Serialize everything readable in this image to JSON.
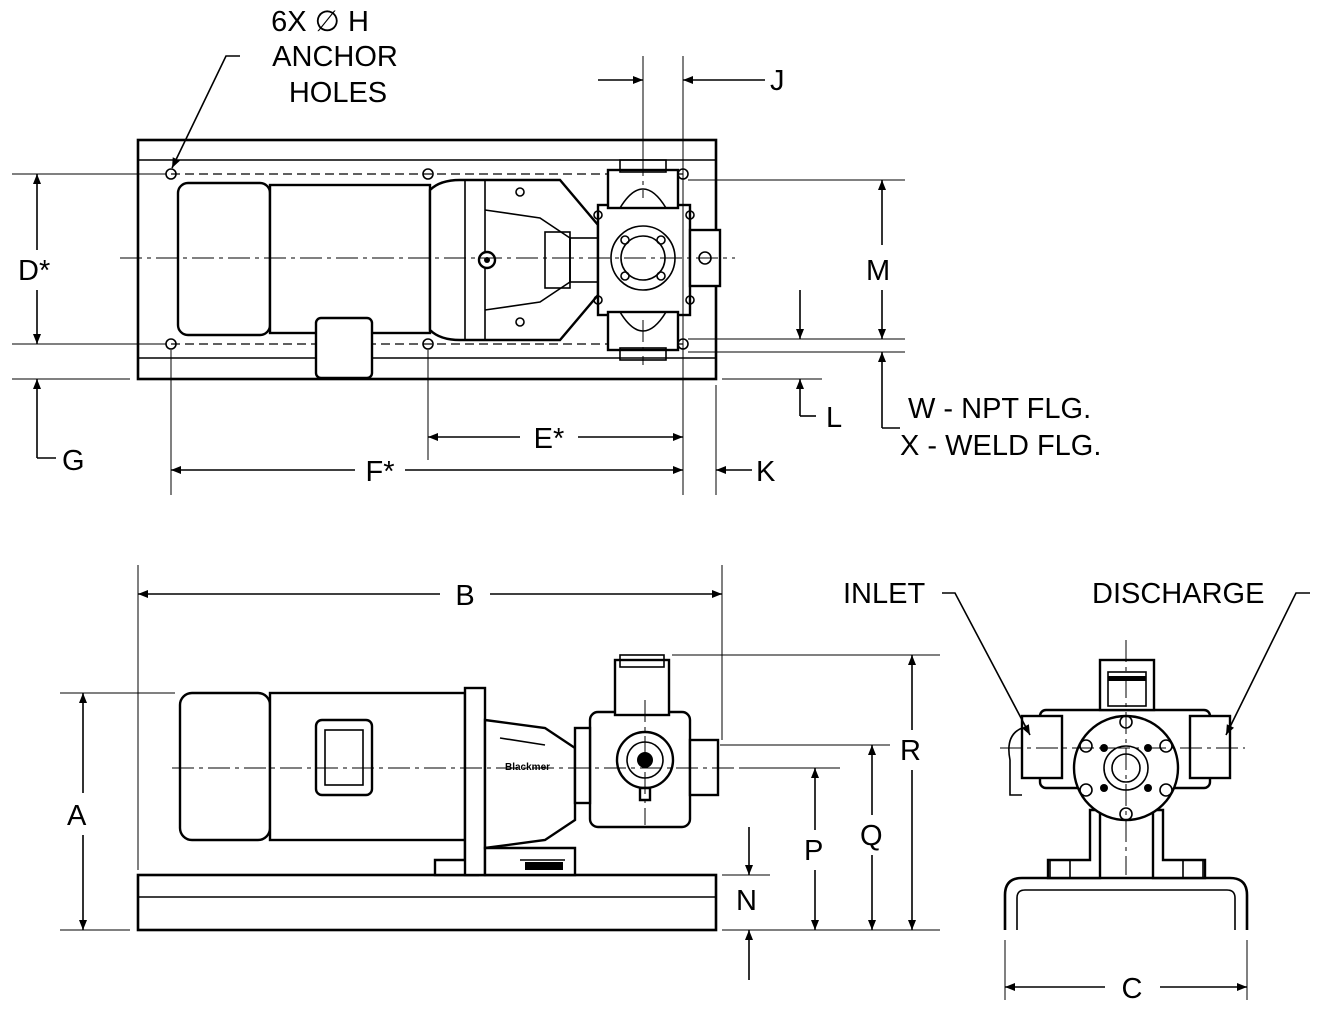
{
  "labels": {
    "anchor_line1": "6X ∅ H",
    "anchor_line2": "ANCHOR",
    "anchor_line3": "HOLES",
    "J": "J",
    "D": "D*",
    "M": "M",
    "L": "L",
    "W": "W - NPT FLG.",
    "X": "X - WELD FLG.",
    "E": "E*",
    "G": "G",
    "F": "F*",
    "K": "K",
    "B": "B",
    "R": "R",
    "A": "A",
    "P": "P",
    "Q": "Q",
    "N": "N",
    "C": "C",
    "inlet": "INLET",
    "discharge": "DISCHARGE"
  }
}
